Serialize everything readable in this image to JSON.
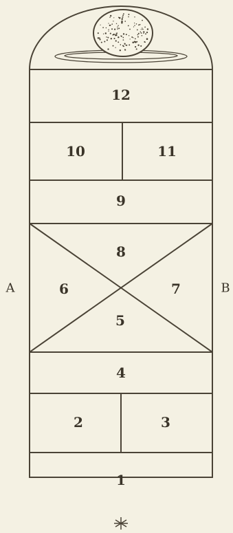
{
  "hopscotch": {
    "cells": {
      "c1": "1",
      "c2": "2",
      "c3": "3",
      "c4": "4",
      "c5": "5",
      "c6": "6",
      "c7": "7",
      "c8": "8",
      "c9": "9",
      "c10": "10",
      "c11": "11",
      "c12": "12"
    },
    "side_left": "A",
    "side_right": "B",
    "start_mark": "*"
  },
  "colors": {
    "background": "#f4f1e3",
    "ink": "#4a4336",
    "text": "#3a3429"
  }
}
